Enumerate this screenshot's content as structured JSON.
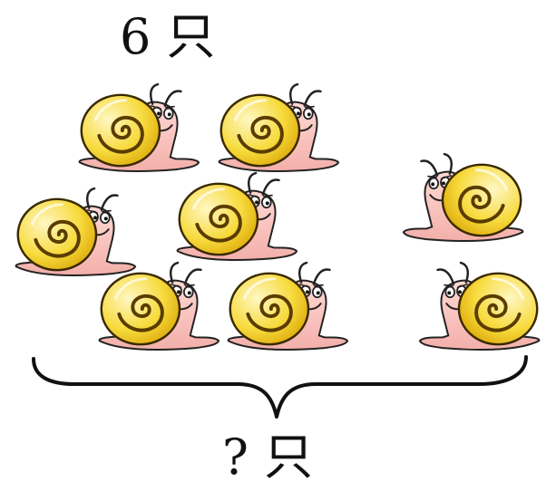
{
  "labels": {
    "top": "6 只",
    "bottom": "? 只"
  },
  "snails": {
    "left_group_count": 6,
    "right_group_count": 2,
    "colors": {
      "shell": "#F7DB3E",
      "shell_stroke": "#3A2A00",
      "shell_spiral": "#5A3C00",
      "body": "#F8C7C2",
      "outline": "#222222"
    }
  },
  "icons": [
    "snail-icon",
    "curly-brace-icon"
  ]
}
